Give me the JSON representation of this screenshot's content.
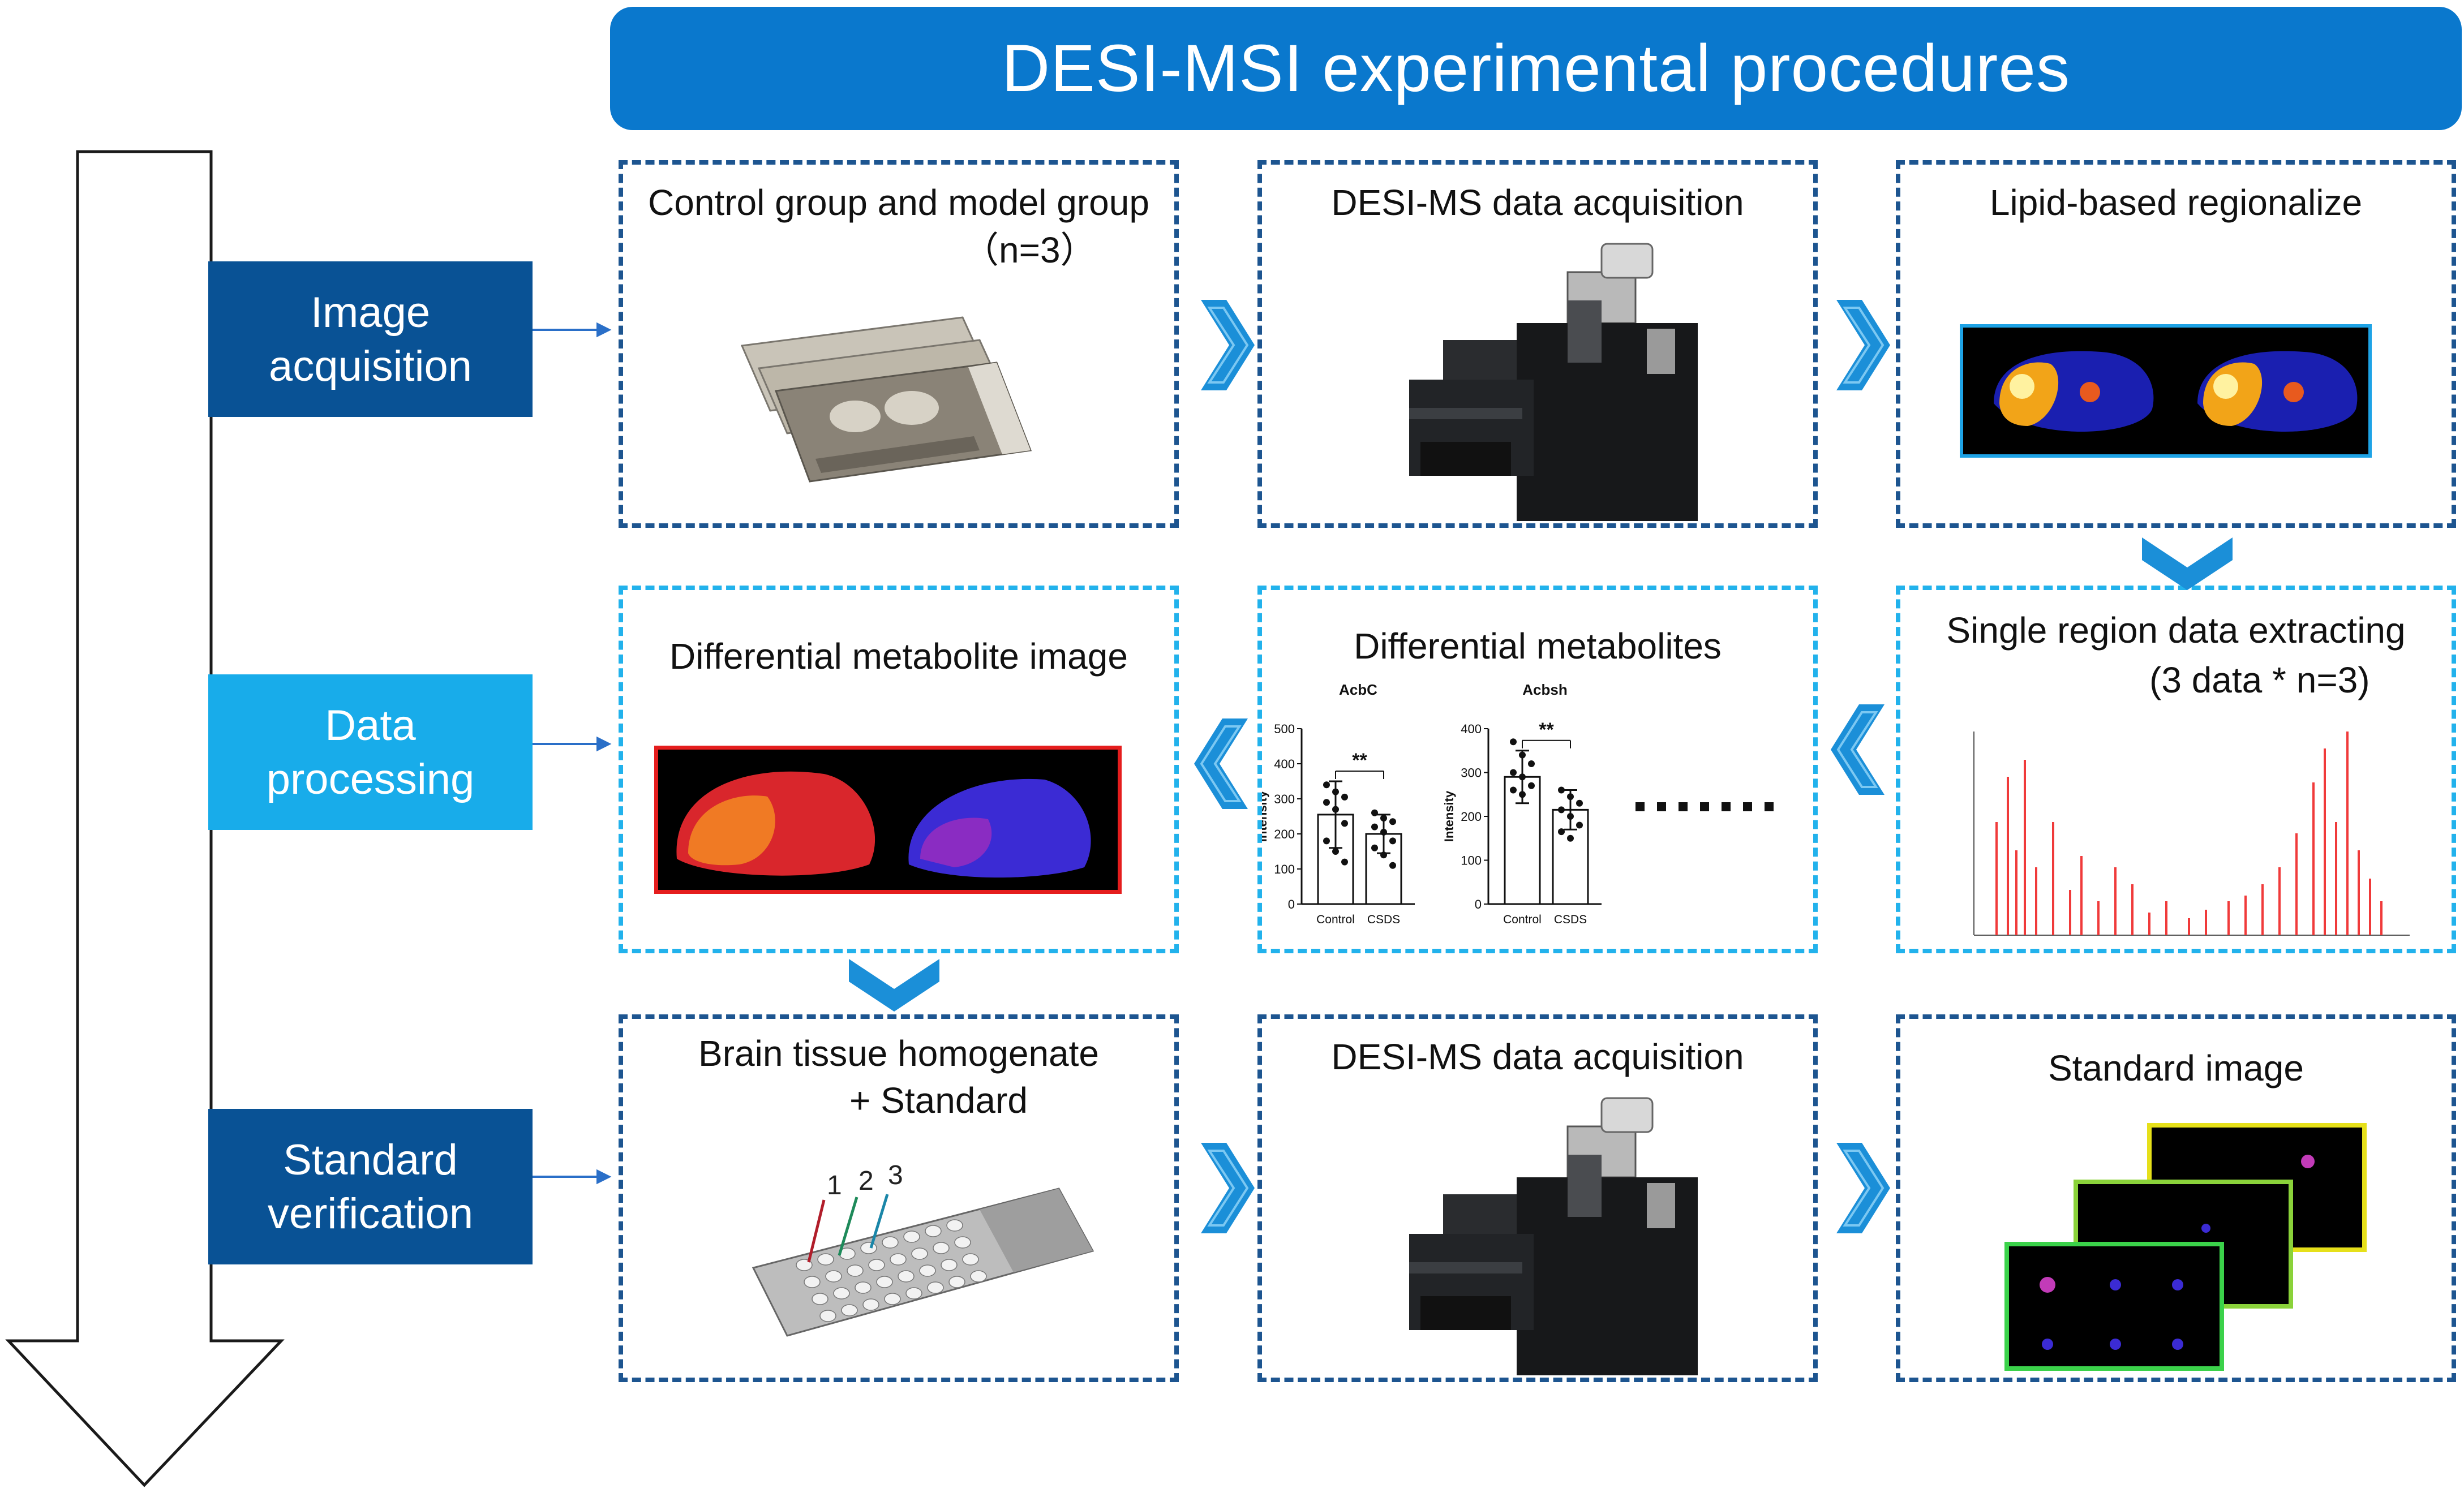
{
  "banner": {
    "title": "DESI-MSI  experimental procedures"
  },
  "phases": [
    {
      "line1": "Image",
      "line2": "acquisition"
    },
    {
      "line1": "Data",
      "line2": "processing"
    },
    {
      "line1": "Standard",
      "line2": "verification"
    }
  ],
  "panels": {
    "control": {
      "title": "Control group and model group",
      "subtitle": "（n=3）"
    },
    "acquisition1": {
      "title": "DESI-MS data acquisition"
    },
    "lipid": {
      "title": "Lipid-based  regionalize"
    },
    "diffimage": {
      "title": "Differential  metabolite  image"
    },
    "diffmeta": {
      "title": "Differential  metabolites"
    },
    "single": {
      "title": "Single region data extracting",
      "subtitle": "(3 data * n=3)"
    },
    "brain": {
      "title": "Brain tissue homogenate",
      "subtitle": "+ Standard"
    },
    "acquisition2": {
      "title": "DESI-MS data acquisition"
    },
    "standard": {
      "title": "Standard  image"
    }
  },
  "well_labels": [
    "1",
    "2",
    "3"
  ],
  "colors": {
    "banner": "#0a78cd",
    "dark_blue": "#095295",
    "light_blue": "#18acea",
    "chevron": "#1b8fd8"
  },
  "chart_data": [
    {
      "type": "bar",
      "title": "AcbC",
      "categories": [
        "Control",
        "CSDS"
      ],
      "values": [
        255,
        200
      ],
      "errors": [
        95,
        55
      ],
      "ylabel": "Intensity",
      "ylim": [
        0,
        500
      ],
      "yticks": [
        "0",
        "100",
        "200",
        "300",
        "400",
        "500"
      ],
      "significance": "**",
      "points": [
        [
          340,
          320,
          305,
          290,
          270,
          230,
          180,
          150,
          120
        ],
        [
          260,
          245,
          235,
          220,
          205,
          180,
          160,
          140,
          110
        ]
      ]
    },
    {
      "type": "bar",
      "title": "Acbsh",
      "categories": [
        "Control",
        "CSDS"
      ],
      "values": [
        290,
        215
      ],
      "errors": [
        60,
        45
      ],
      "ylabel": "Intensity",
      "ylim": [
        0,
        400
      ],
      "yticks": [
        "0",
        "100",
        "200",
        "300",
        "400"
      ],
      "significance": "**",
      "points": [
        [
          370,
          340,
          320,
          300,
          290,
          270,
          260,
          250
        ],
        [
          260,
          245,
          230,
          215,
          200,
          180,
          165,
          150
        ]
      ]
    }
  ]
}
